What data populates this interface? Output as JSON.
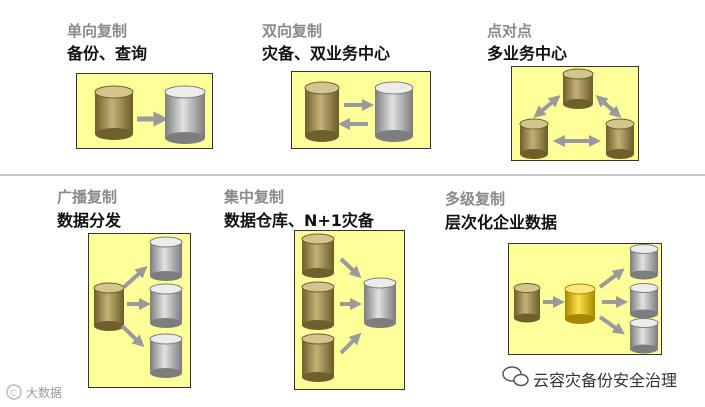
{
  "sections": [
    {
      "title": "单向复制",
      "subtitle": "备份、查询"
    },
    {
      "title": "双向复制",
      "subtitle": "灾备、双业务中心"
    },
    {
      "title": "点对点",
      "subtitle": "多业务中心"
    },
    {
      "title": "广播复制",
      "subtitle": "数据分发"
    },
    {
      "title": "集中复制",
      "subtitle": "数据仓库、N+1灾备"
    },
    {
      "title": "多级复制",
      "subtitle": "层次化企业数据"
    }
  ],
  "watermark": {
    "text": "云容灾备份安全治理",
    "secondary": "大数据"
  },
  "colors": {
    "panel": "#ffff99",
    "cylinder_gold": "#9c8a4c",
    "cylinder_gray": "#b5b5b5",
    "cylinder_highlight": "#e0b800",
    "arrow": "#9a9a9a"
  }
}
